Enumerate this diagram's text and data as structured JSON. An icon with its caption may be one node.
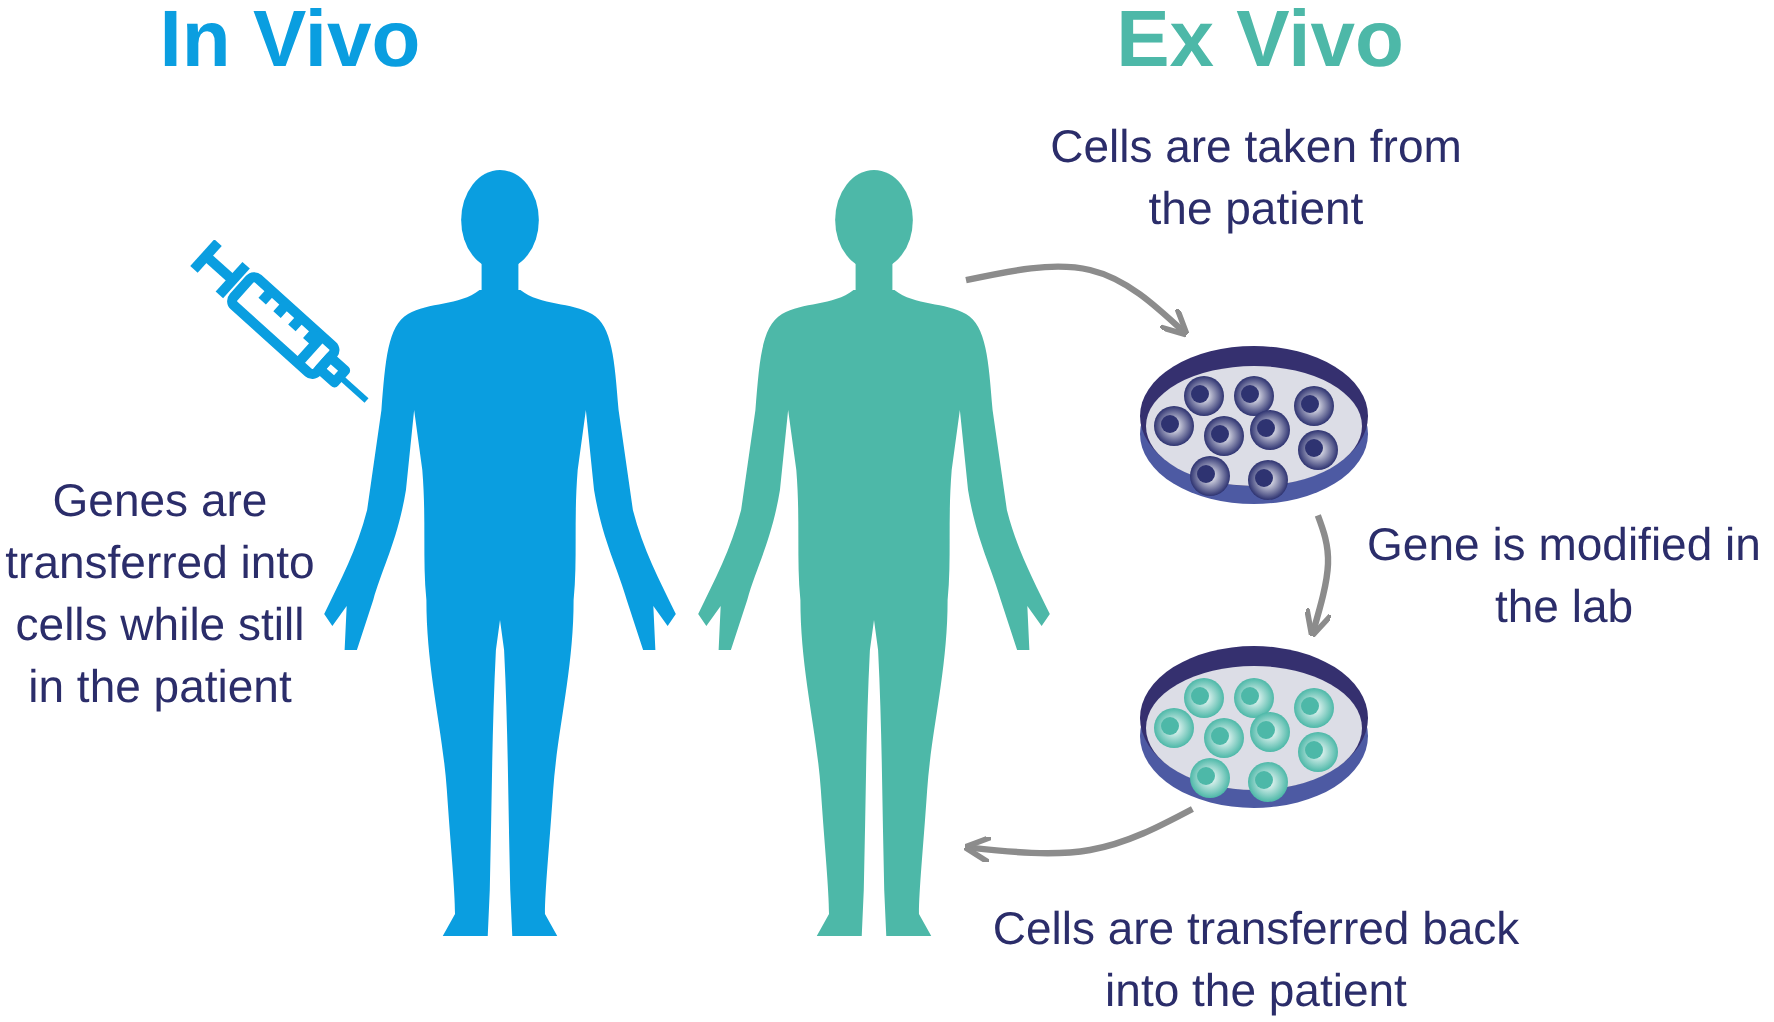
{
  "diagram": {
    "nodes": [
      {
        "text": [],
        "shape": "person",
        "beside": [
          "Genes are transferred into cells while still in the patient"
        ]
      },
      {
        "text": [],
        "shape": "person"
      },
      {
        "text": [],
        "shape": "picture"
      },
      {
        "text": [],
        "shape": "picture"
      }
    ],
    "edges": [
      {
        "from": 1,
        "to": 2,
        "arrow": "to",
        "label": "Cells are taken from the patient"
      },
      {
        "from": 2,
        "to": 3,
        "arrow": "to",
        "label": "Gene is modified in the lab"
      },
      {
        "from": 3,
        "to": 1,
        "arrow": "to",
        "label": "Cells are transferred back into the patient"
      }
    ],
    "labels": [
      "In Vivo",
      "Ex Vivo"
    ]
  }
}
